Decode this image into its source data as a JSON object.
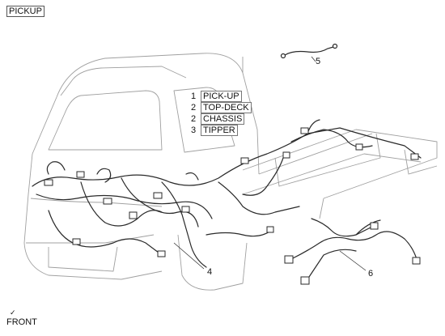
{
  "header": {
    "tag": "PICKUP"
  },
  "legend": [
    {
      "num": "1",
      "label": "PICK-UP"
    },
    {
      "num": "2",
      "label": "TOP-DECK"
    },
    {
      "num": "2",
      "label": "CHASSIS"
    },
    {
      "num": "3",
      "label": "TIPPER"
    }
  ],
  "callouts": {
    "c4": "4",
    "c5": "5",
    "c6": "6"
  },
  "footer": {
    "front_label": "FRONT",
    "front_icon": "check-icon"
  },
  "colors": {
    "outline": "#9a9a9a",
    "wire": "#2a2a2a",
    "text": "#111111"
  }
}
